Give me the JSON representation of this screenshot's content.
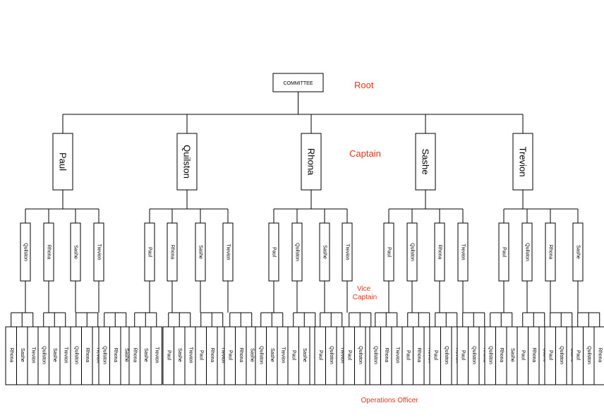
{
  "diagram": {
    "root": "COMMITTEE",
    "levels": {
      "root": "Root",
      "captain": "Captain",
      "vice_captain": "Vice Captain",
      "officer": "Operations Officer"
    },
    "teams": [
      {
        "captain": "Paul",
        "vices": [
          {
            "name": "Quilston",
            "officers": [
              "Rhona",
              "Sashe",
              "Trevion"
            ]
          },
          {
            "name": "Rhona",
            "officers": [
              "Quilston",
              "Sashe",
              "Trevion"
            ]
          },
          {
            "name": "Sashe",
            "officers": [
              "Quilston",
              "Rhona",
              "Trevion"
            ]
          },
          {
            "name": "Trevion",
            "officers": [
              "Quilston",
              "Rhona",
              "Sashe"
            ]
          }
        ]
      },
      {
        "captain": "Quilston",
        "vices": [
          {
            "name": "Paul",
            "officers": [
              "Rhona",
              "Sashe",
              "Trevion"
            ]
          },
          {
            "name": "Rhona",
            "officers": [
              "Paul",
              "Sashe",
              "Trevion"
            ]
          },
          {
            "name": "Sashe",
            "officers": [
              "Paul",
              "Rhona",
              "Trevion"
            ]
          },
          {
            "name": "Trevion",
            "officers": [
              "Paul",
              "Rhona",
              "Sashe"
            ]
          }
        ]
      },
      {
        "captain": "Rhona",
        "vices": [
          {
            "name": "Paul",
            "officers": [
              "Quilston",
              "Sashe",
              "Trevion"
            ]
          },
          {
            "name": "Quilston",
            "officers": [
              "Paul",
              "Sashe",
              "Trevion"
            ]
          },
          {
            "name": "Sashe",
            "officers": [
              "Paul",
              "Quilston",
              "Trevion"
            ]
          },
          {
            "name": "Trevion",
            "officers": [
              "Paul",
              "Quilston",
              "Sashe"
            ]
          }
        ]
      },
      {
        "captain": "Sashe",
        "vices": [
          {
            "name": "Paul",
            "officers": [
              "Quilston",
              "Rhona",
              "Trevion"
            ]
          },
          {
            "name": "Quilston",
            "officers": [
              "Paul",
              "Rhona",
              "Trevion"
            ]
          },
          {
            "name": "Rhona",
            "officers": [
              "Paul",
              "Quilston",
              "Trevion"
            ]
          },
          {
            "name": "Trevion",
            "officers": [
              "Paul",
              "Quilston",
              "Rhona"
            ]
          }
        ]
      },
      {
        "captain": "Trevion",
        "vices": [
          {
            "name": "Paul",
            "officers": [
              "Quilston",
              "Rhona",
              "Sashe"
            ]
          },
          {
            "name": "Quilston",
            "officers": [
              "Paul",
              "Rhona",
              "Sashe"
            ]
          },
          {
            "name": "Rhona",
            "officers": [
              "Paul",
              "Quilston",
              "Sashe"
            ]
          },
          {
            "name": "Sashe",
            "officers": [
              "Paul",
              "Quilston",
              "Rhona"
            ]
          }
        ]
      }
    ]
  },
  "colors": {
    "tier_label": "#e8341c",
    "line": "#000000",
    "box_fill": "#ffffff"
  }
}
